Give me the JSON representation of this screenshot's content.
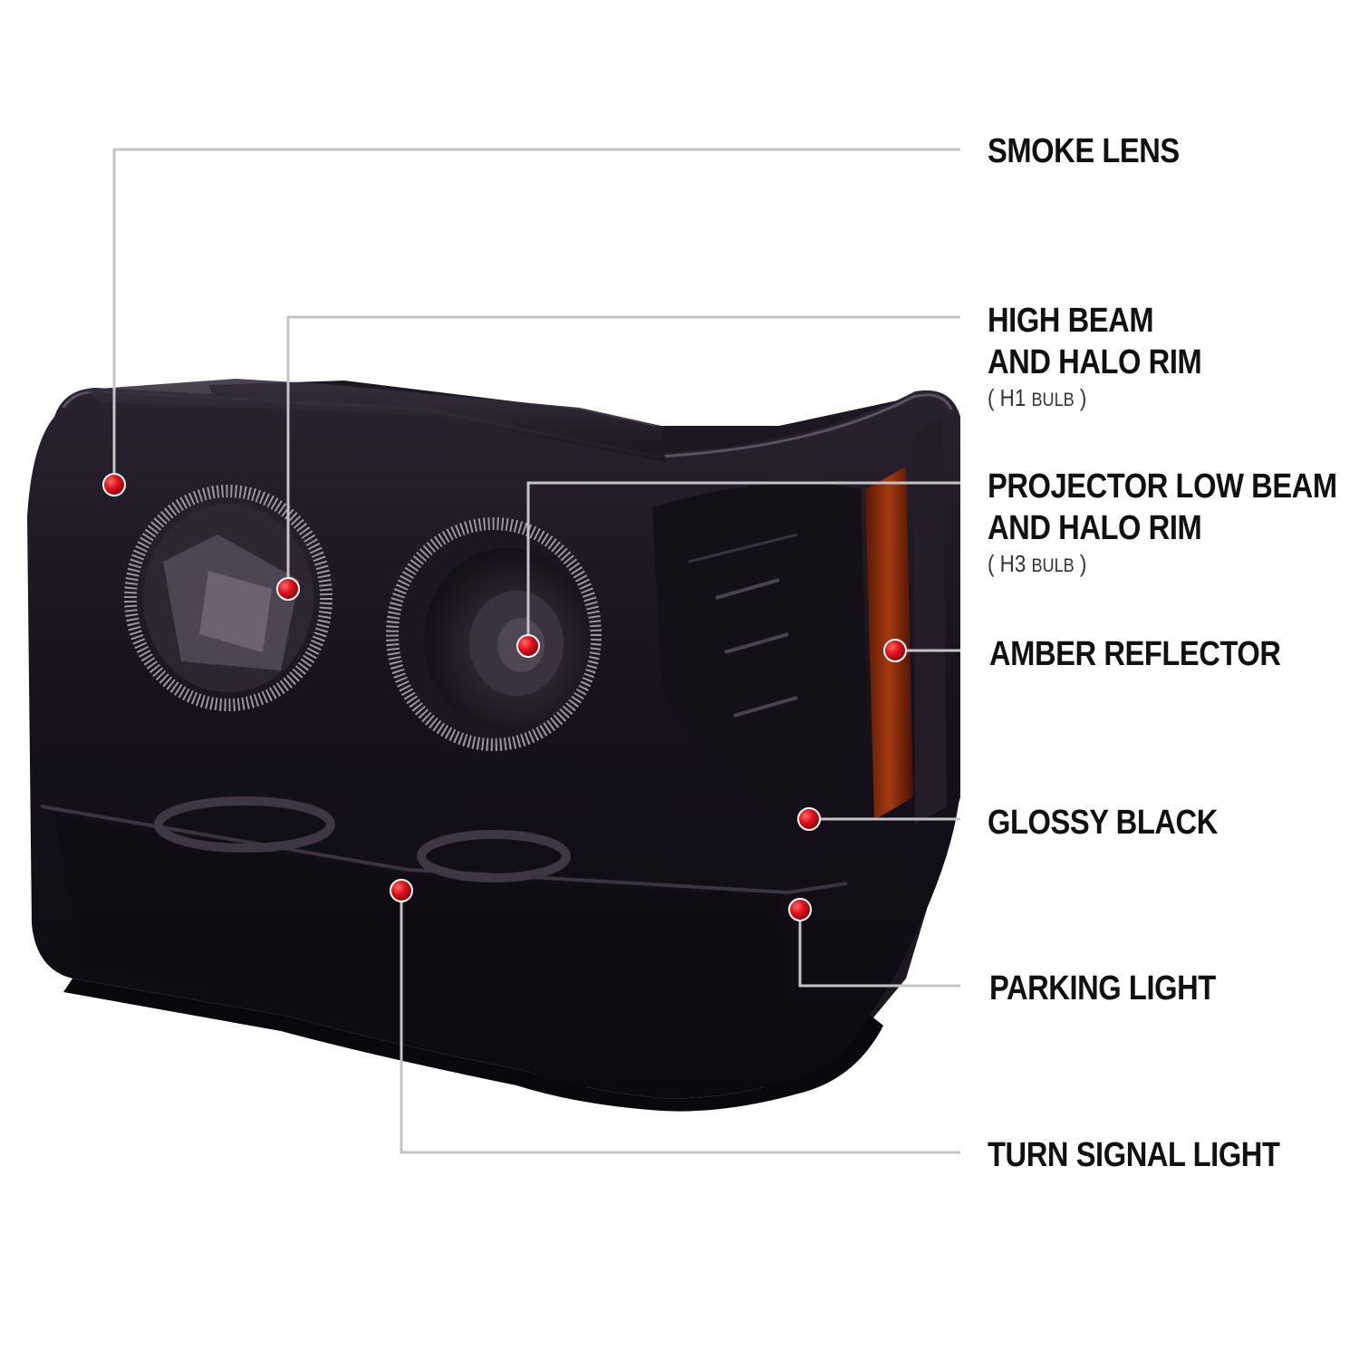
{
  "callouts": [
    {
      "id": "smoke-lens",
      "lines": [
        "SMOKE LENS"
      ]
    },
    {
      "id": "high-beam",
      "lines": [
        "HIGH BEAM",
        "AND HALO RIM"
      ],
      "bulb": {
        "open": "(",
        "type": "H1",
        "word": "BULB",
        "close": ")"
      }
    },
    {
      "id": "projector-low-beam",
      "lines": [
        "PROJECTOR LOW BEAM",
        "AND HALO RIM"
      ],
      "bulb": {
        "open": "(",
        "type": "H3",
        "word": "BULB",
        "close": ")"
      }
    },
    {
      "id": "amber-reflector",
      "lines": [
        "AMBER REFLECTOR"
      ]
    },
    {
      "id": "glossy-black",
      "lines": [
        "GLOSSY BLACK"
      ]
    },
    {
      "id": "parking-light",
      "lines": [
        "PARKING LIGHT"
      ]
    },
    {
      "id": "turn-signal",
      "lines": [
        "TURN SIGNAL LIGHT"
      ]
    }
  ],
  "colors": {
    "leader_line": "#c4c4c4",
    "marker_dot": "#e0141e",
    "housing": "#17121c",
    "amber": "#8a2508"
  }
}
